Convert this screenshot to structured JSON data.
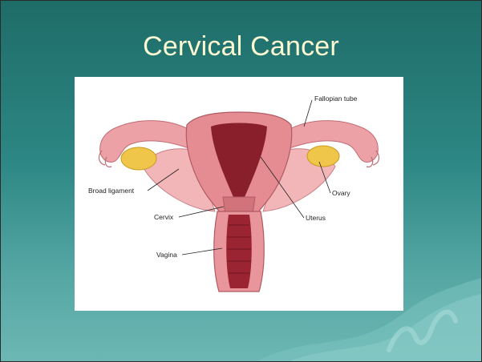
{
  "slide": {
    "title": "Cervical Cancer"
  },
  "diagram": {
    "labels": {
      "fallopian_tube": "Fallopian tube",
      "broad_ligament": "Broad ligament",
      "ovary": "Ovary",
      "cervix": "Cervix",
      "uterus": "Uterus",
      "vagina": "Vagina"
    }
  },
  "colors": {
    "background_top": "#1e6c68",
    "background_bottom": "#6cb7b4",
    "title_text": "#fbf8d2",
    "tissue_pink": "#e8959b",
    "tissue_dark": "#8a1f2c",
    "ovary_yellow": "#f0c64a"
  }
}
